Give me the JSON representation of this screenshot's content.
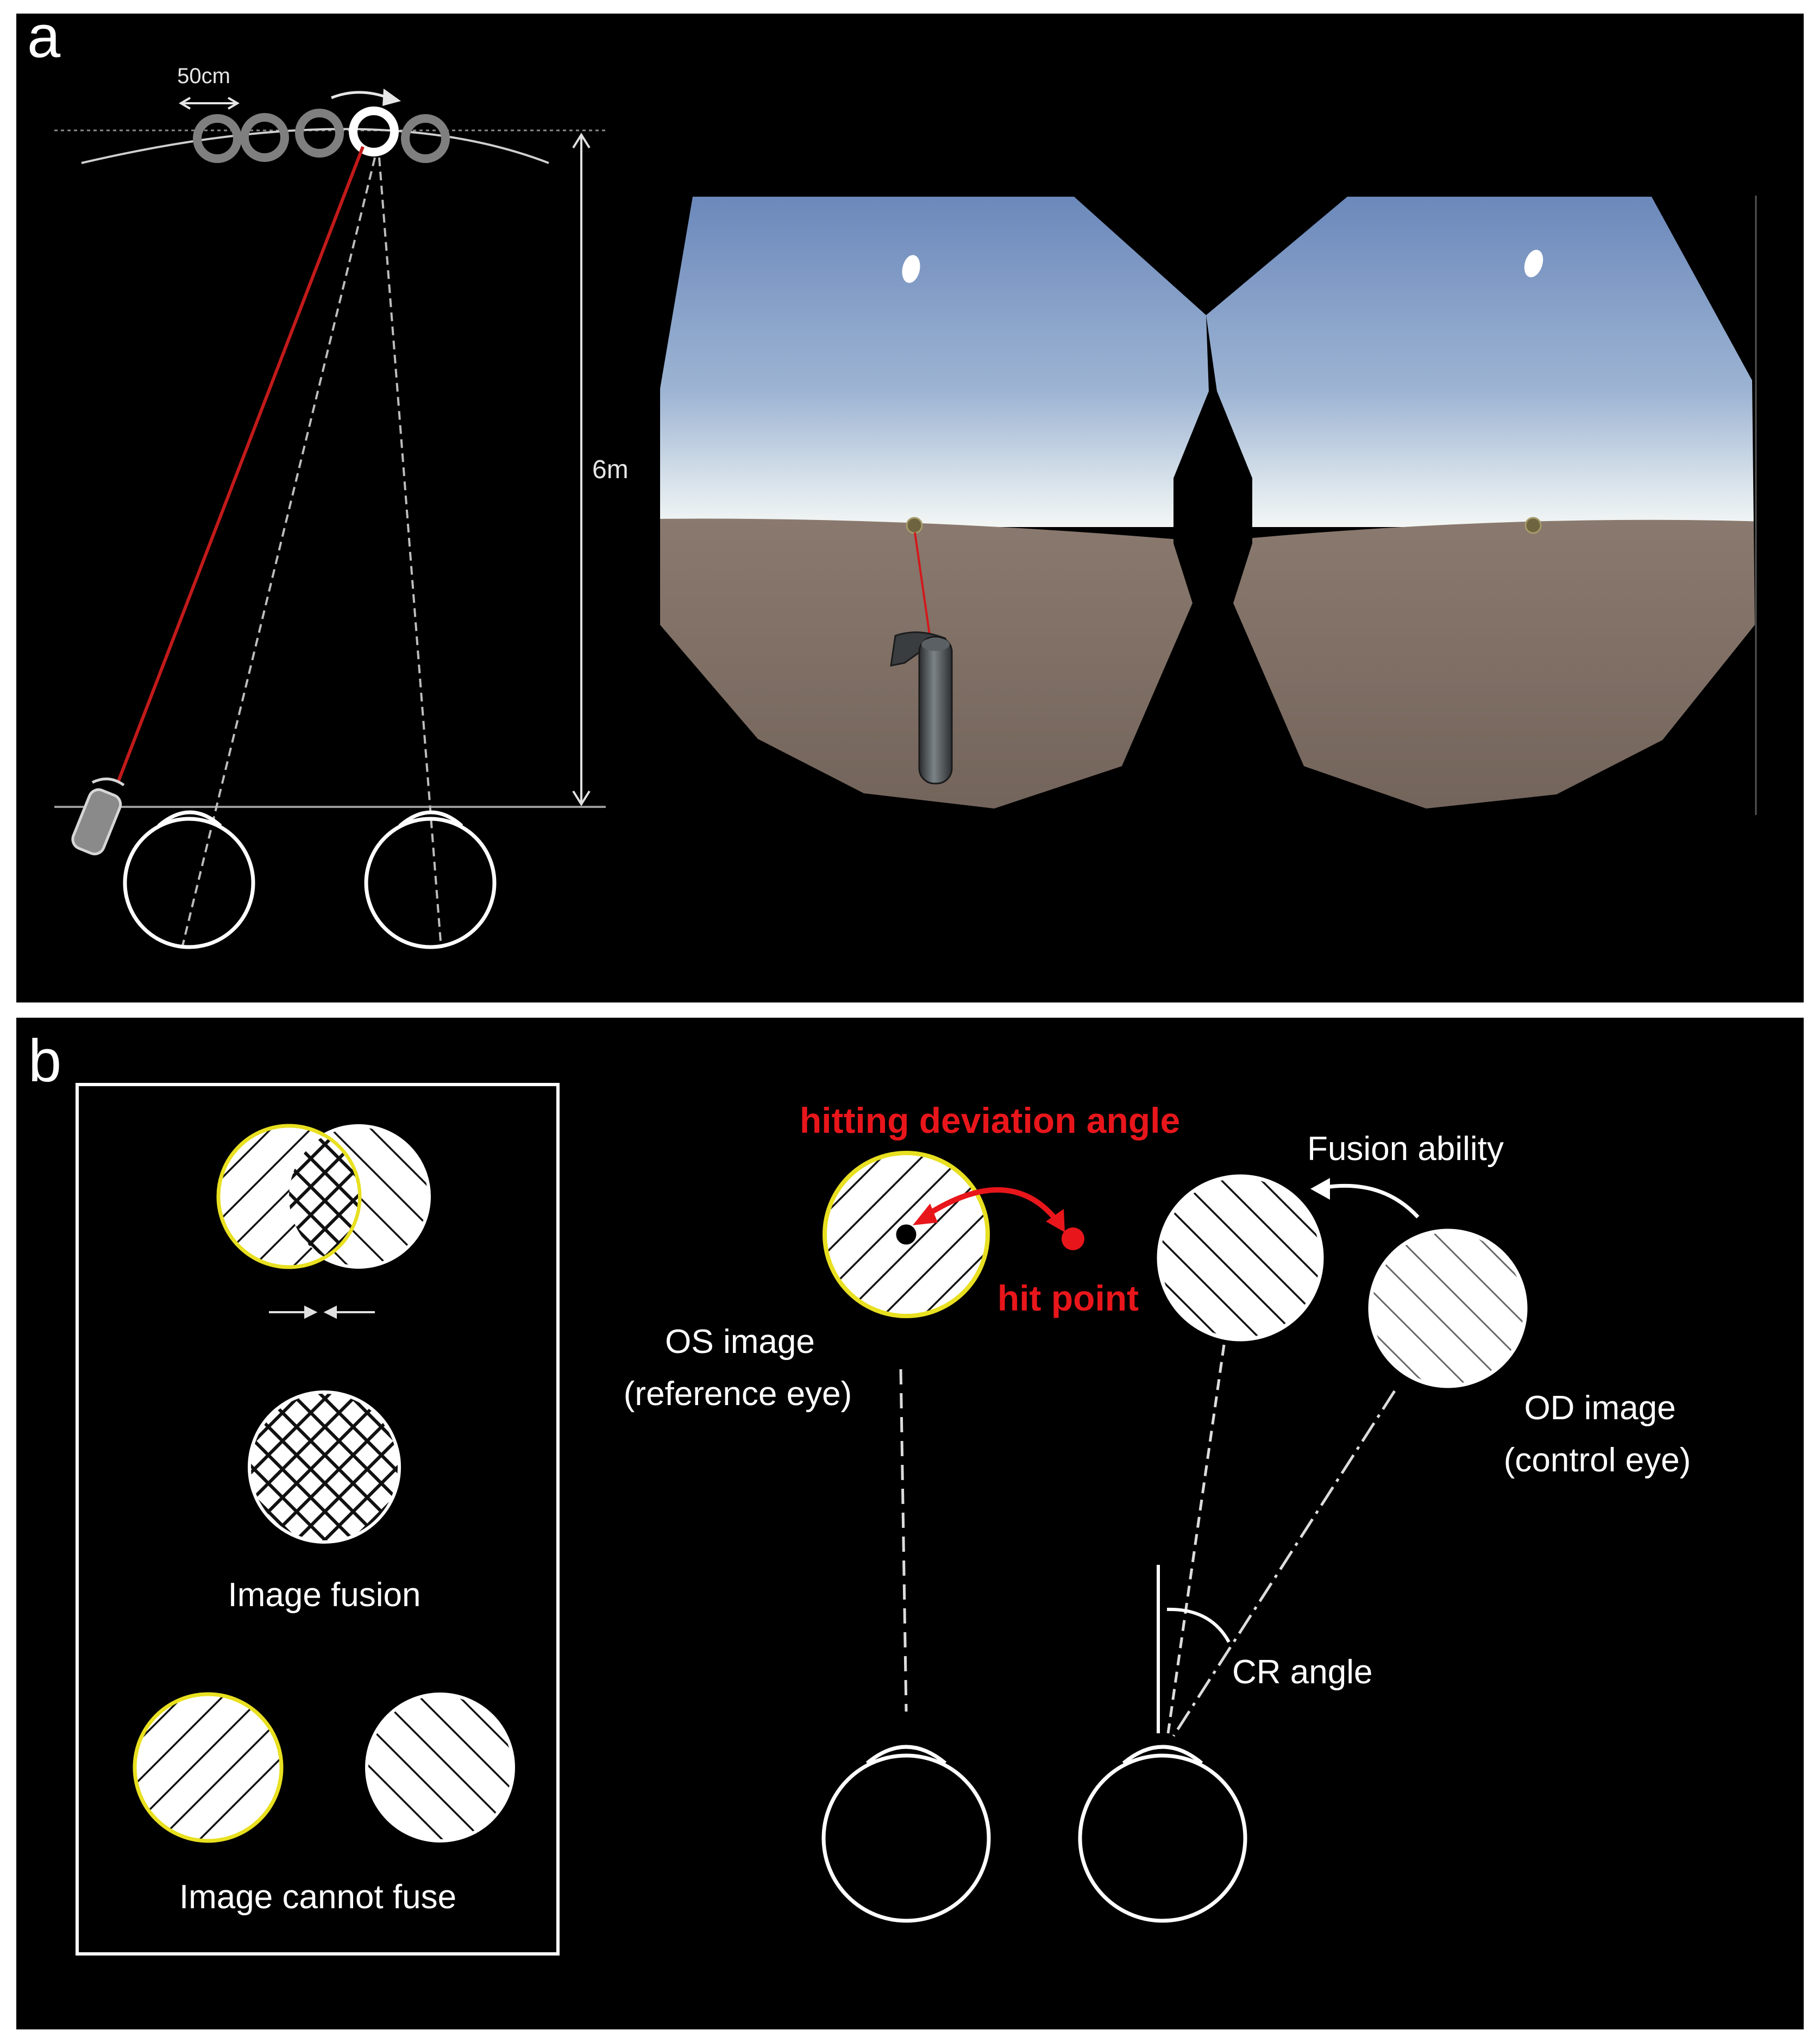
{
  "panel_a": {
    "letter": "a",
    "spacing_label": "50cm",
    "distance_label": "6m"
  },
  "panel_b": {
    "letter": "b",
    "fusion_label": "Image fusion",
    "no_fusion_label": "Image cannot fuse",
    "deviation_label": "hitting deviation angle",
    "hit_label": "hit point",
    "fusion_ability_label": "Fusion ability",
    "os_line1": "OS image",
    "os_line2": "(reference eye)",
    "od_line1": "OD image",
    "od_line2": "(control eye)",
    "cr_label": "CR angle"
  },
  "colors": {
    "panel_bg": "#000000",
    "line": "#ffffff",
    "highlight": "#e8e020",
    "accent_red": "#e8161b",
    "laser": "#c21a1a",
    "sky_top": "#6d8bbd",
    "sky_horizon": "#eef2f2",
    "ground": "#7e6d63"
  }
}
